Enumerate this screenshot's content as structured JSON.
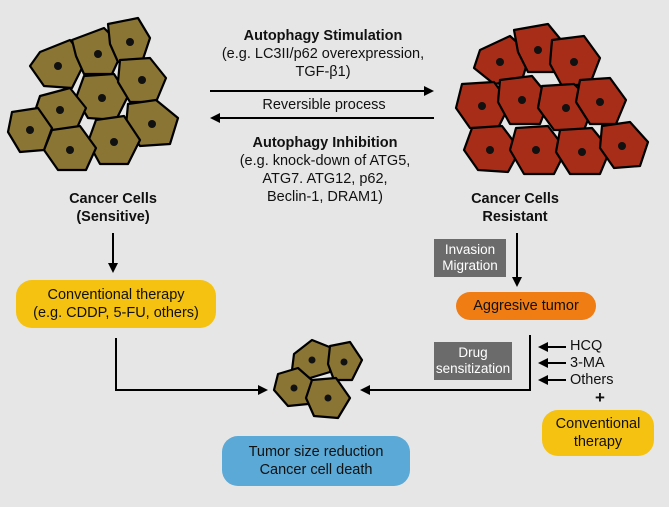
{
  "colors": {
    "background": "#e6e6e6",
    "sensitive_cell_fill": "#8a7534",
    "resistant_cell_fill": "#a82d18",
    "gray_box": "#6b6b6b",
    "yellow_pill": "#f5c211",
    "orange_pill": "#f07c14",
    "blue_pill": "#5aa9d6"
  },
  "top": {
    "stimulation_title": "Autophagy Stimulation",
    "stimulation_line1": "(e.g. LC3II/p62 overexpression,",
    "stimulation_line2": "TGF-β1)",
    "reversible": "Reversible process",
    "inhibition_title": "Autophagy Inhibition",
    "inhibition_line1": "(e.g. knock-down of ATG5,",
    "inhibition_line2": "ATG7. ATG12, p62,",
    "inhibition_line3": "Beclin-1, DRAM1)"
  },
  "left": {
    "label_line1": "Cancer Cells",
    "label_line2": "(Sensitive)",
    "therapy_line1": "Conventional therapy",
    "therapy_line2": "(e.g. CDDP, 5-FU, others)"
  },
  "right": {
    "label_line1": "Cancer Cells",
    "label_line2": "Resistant",
    "invasion_line1": "Invasion",
    "invasion_line2": "Migration",
    "aggressive": "Aggresive tumor",
    "drug_line1": "Drug",
    "drug_line2": "sensitization",
    "inhibitors": [
      "HCQ",
      "3-MA",
      "Others"
    ],
    "plus": "+",
    "conv_line1": "Conventional",
    "conv_line2": "therapy"
  },
  "bottom": {
    "outcome_line1": "Tumor size reduction",
    "outcome_line2": "Cancer cell death"
  }
}
